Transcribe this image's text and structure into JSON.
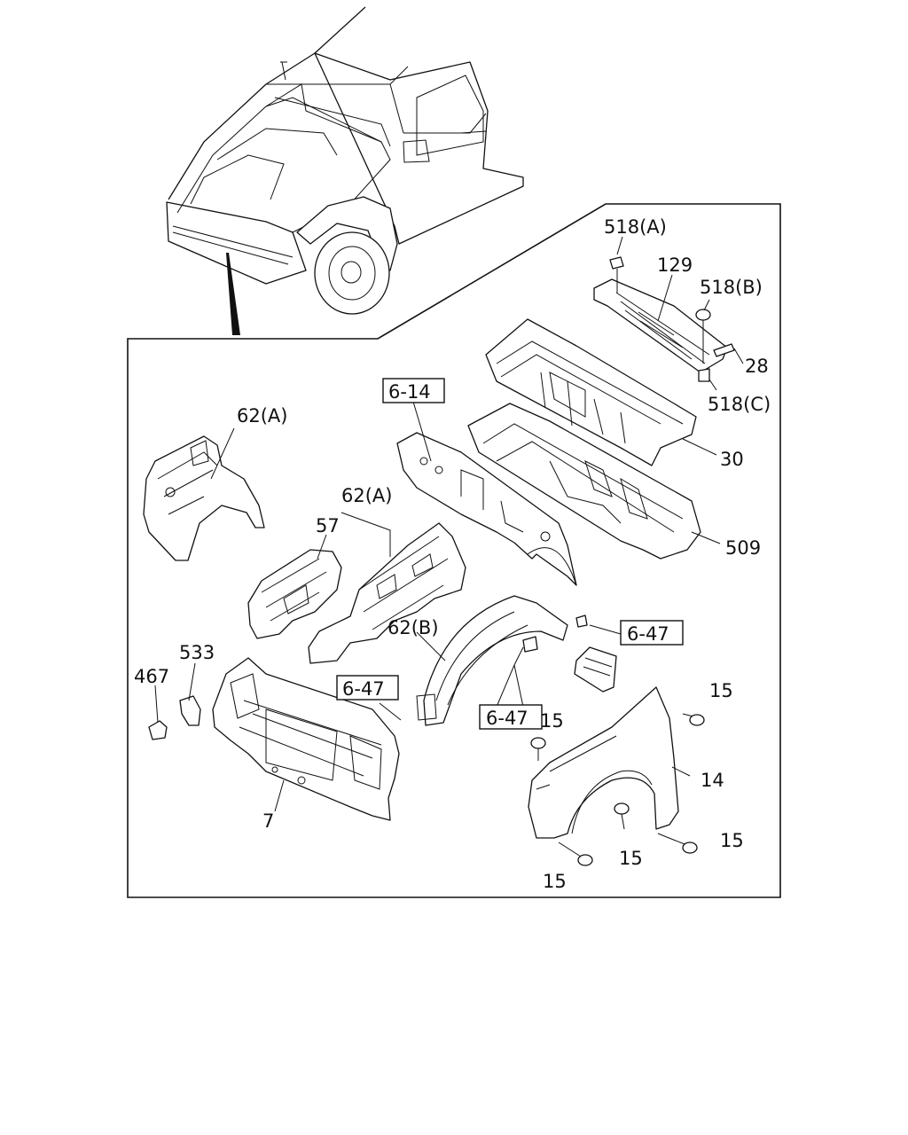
{
  "figure": {
    "labels": {
      "l518a": "518(A)",
      "l129": "129",
      "l518b": "518(B)",
      "l28": "28",
      "l518c": "518(C)",
      "l30": "30",
      "l509": "509",
      "l614": "6-14",
      "l62a_1": "62(A)",
      "l62a_2": "62(A)",
      "l57": "57",
      "l62b": "62(B)",
      "l647_1": "6-47",
      "l647_2": "6-47",
      "l647_3": "6-47",
      "l533": "533",
      "l467": "467",
      "l7": "7",
      "l14": "14",
      "l15_1": "15",
      "l15_2": "15",
      "l15_3": "15",
      "l15_4": "15",
      "l15_5": "15"
    }
  }
}
